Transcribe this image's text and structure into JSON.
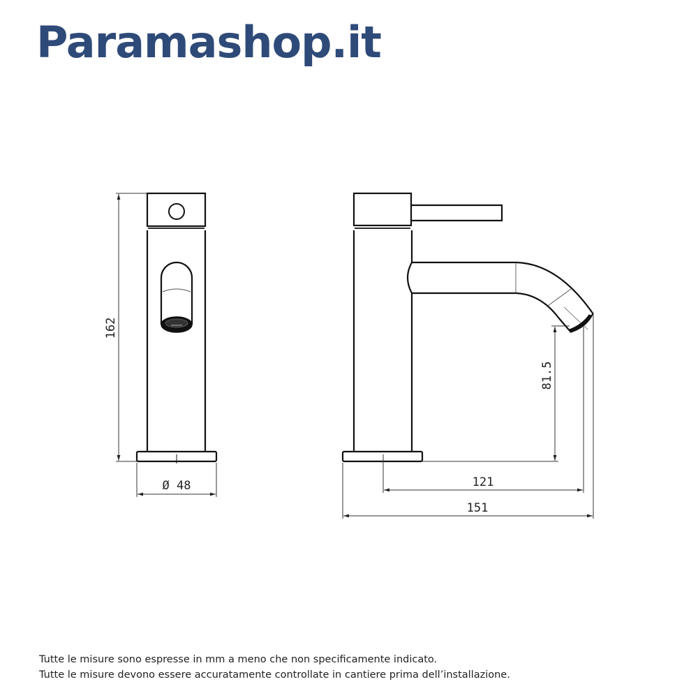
{
  "header": {
    "logo_text": "Paramashop.it",
    "brand_color": "#2e4a78"
  },
  "drawing": {
    "front_view": {
      "height_label": "162",
      "diameter_label": "Ø 48"
    },
    "side_view": {
      "spout_height_label": "81.5",
      "spout_reach_label": "121",
      "total_depth_label": "151"
    }
  },
  "footer": {
    "line1": "Tutte le misure sono espresse in mm a meno che non specificamente indicato.",
    "line2": "Tutte le misure devono essere accuratamente controllate in cantiere prima dell’installazione."
  }
}
